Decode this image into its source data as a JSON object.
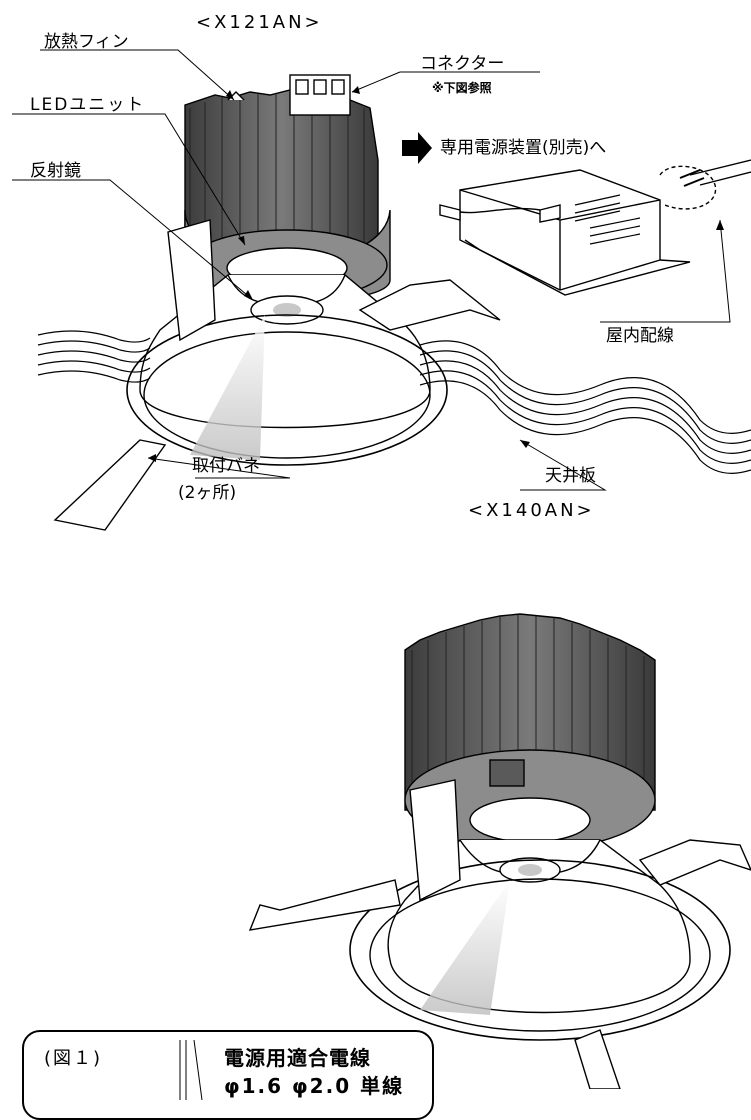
{
  "models": {
    "top": "<X121AN>",
    "bottom": "<X140AN>"
  },
  "labels": {
    "fin": "放熱フィン",
    "connector": "コネクター",
    "connector_note": "※下図参照",
    "led_unit": "LEDユニット",
    "reflector": "反射鏡",
    "power_supply": "専用電源装置(別売)へ",
    "indoor_wiring": "屋内配線",
    "ceiling": "天井板",
    "spring": "取付バネ",
    "spring_count": "(2ヶ所)"
  },
  "note": {
    "figure": "(図１)",
    "title": "電源用適合電線",
    "subtitle": "φ1.6 φ2.0 単線"
  },
  "colors": {
    "line": "#000000",
    "fin_dark": "#4a4a4a",
    "fin_mid": "#7a7a7a",
    "body_gray": "#8c8c8c",
    "white": "#ffffff",
    "cone_light": "#d0d0d0"
  }
}
